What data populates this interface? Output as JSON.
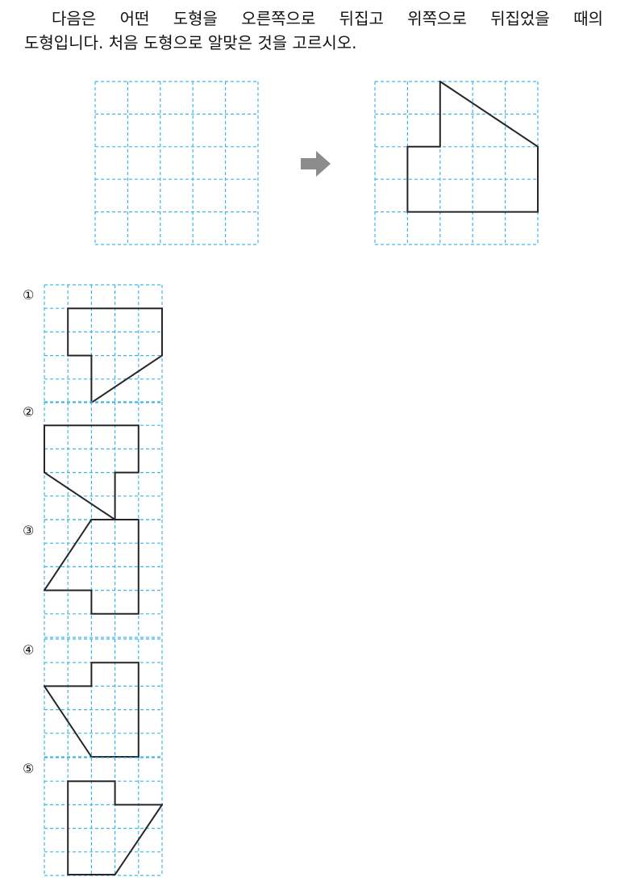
{
  "question": {
    "line1": "다음은 어떤 도형을 오른쪽으로 뒤집고 위쪽으로 뒤집었을 때의",
    "line2": "도형입니다. 처음 도형으로 알맞은 것을 고르시오."
  },
  "options": [
    {
      "label": "①"
    },
    {
      "label": "②"
    },
    {
      "label": "③"
    },
    {
      "label": "④"
    },
    {
      "label": "⑤"
    }
  ],
  "colors": {
    "grid": "#3fb7e6",
    "shape": "#262626",
    "arrow": "#8c8c8c"
  },
  "icons": {
    "arrow": "right-arrow-icon"
  }
}
